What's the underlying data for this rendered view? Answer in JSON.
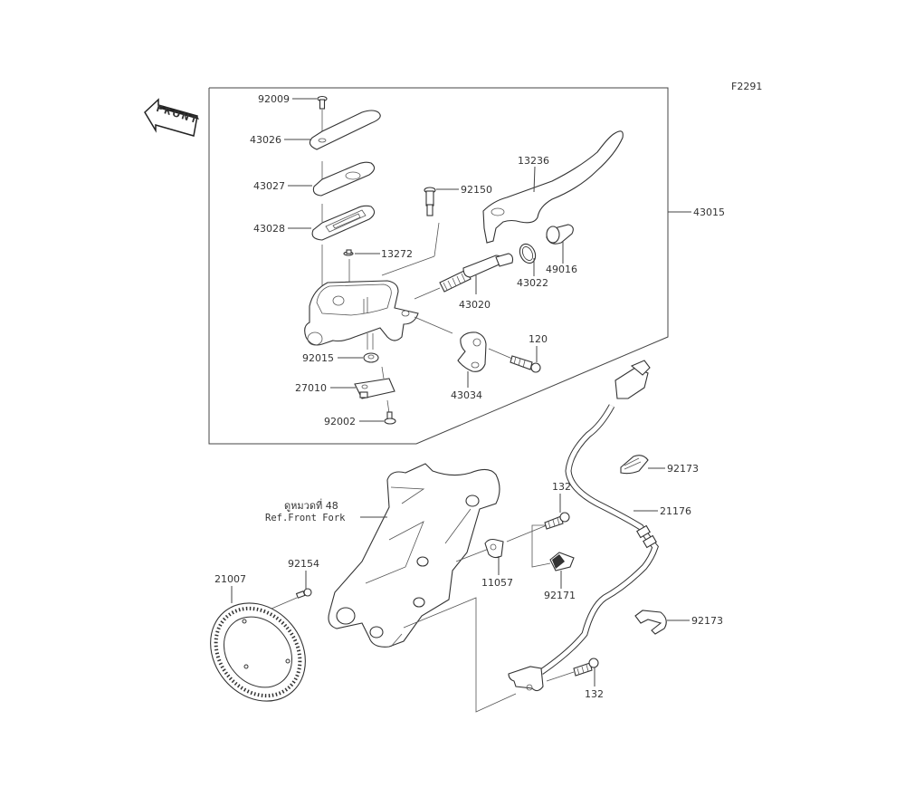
{
  "figure_code": "F2291",
  "front_label": "FRONT",
  "assembly_label": "43015",
  "ref_label_line1": "ดูหมวดที่ 48",
  "ref_label_line2": "Ref.Front Fork",
  "labels": {
    "p92009": "92009",
    "p43026": "43026",
    "p43027": "43027",
    "p43028": "43028",
    "p13272": "13272",
    "p92150": "92150",
    "p13236": "13236",
    "p49016": "49016",
    "p43022": "43022",
    "p43020": "43020",
    "p120": "120",
    "p92015": "92015",
    "p27010": "27010",
    "p43034": "43034",
    "p92002": "92002",
    "p92173a": "92173",
    "p21176": "21176",
    "p132a": "132",
    "p11057": "11057",
    "p92171": "92171",
    "p21007": "21007",
    "p92154": "92154",
    "p92173b": "92173",
    "p132b": "132"
  }
}
